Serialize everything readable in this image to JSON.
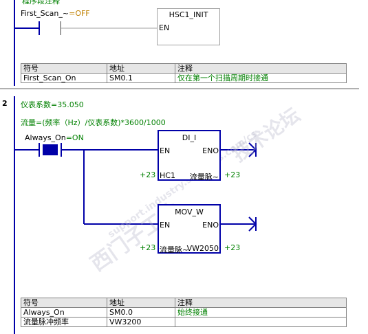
{
  "network1": {
    "comment": "程序段注释",
    "contact_label": "First_Scan_~",
    "contact_state": "=OFF",
    "box_title": "HSC1_INIT",
    "box_en": "EN",
    "table": {
      "headers": [
        "符号",
        "地址",
        "注释"
      ],
      "rows": [
        [
          "First_Scan_On",
          "SM0.1",
          "仅在第一个扫描周期时接通"
        ]
      ]
    }
  },
  "network2": {
    "number": "2",
    "comment_line1": "仪表系数=35.050",
    "comment_line2": "流量=(频率（Hz）/仪表系数)*3600/1000",
    "contact_label": "Always_On",
    "contact_state": "=ON",
    "box1": {
      "title": "DI_I",
      "en": "EN",
      "eno": "ENO",
      "in_label": "HC1",
      "out_label": "流量脉~",
      "in_value": "+23",
      "out_value": "+23"
    },
    "box2": {
      "title": "MOV_W",
      "en": "EN",
      "eno": "ENO",
      "in_label": "流量脉~",
      "out_label": "VW2050",
      "in_value": "+23",
      "out_value": "+23"
    },
    "table": {
      "headers": [
        "符号",
        "地址",
        "注释"
      ],
      "rows": [
        [
          "Always_On",
          "SM0.0",
          "始终接通"
        ],
        [
          "流量脉冲频率",
          "VW3200",
          ""
        ]
      ]
    }
  },
  "watermark": {
    "line1": "西门子工业",
    "line2": "support.industry.siemens.com/cs",
    "line3": "技术论坛"
  },
  "colors": {
    "rung_active": "#0000a8",
    "rung_inactive": "#a0a0a0",
    "value": "#008000"
  }
}
